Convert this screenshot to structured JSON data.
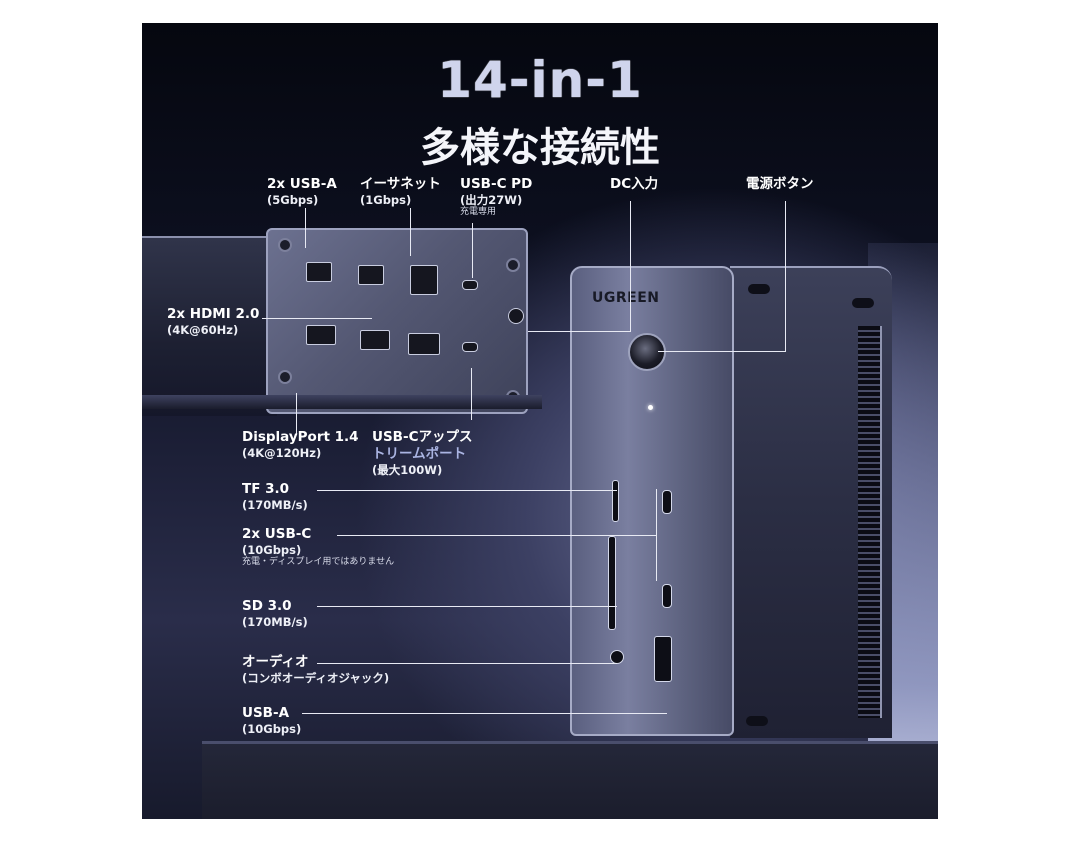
{
  "heading": {
    "title": "14-in-1",
    "subtitle": "多様な接続性"
  },
  "brand": {
    "logo": "UGREEN"
  },
  "labels_top": [
    {
      "id": "usb-a-5g",
      "main": "2x USB-A",
      "sub": "(5Gbps)"
    },
    {
      "id": "ethernet",
      "main": "イーサネット",
      "sub": "(1Gbps)"
    },
    {
      "id": "usb-c-pd",
      "main": "USB-C PD",
      "sub": "(出力27W)",
      "note": "充電専用"
    },
    {
      "id": "dc-input",
      "main": "DC入力"
    },
    {
      "id": "power-button",
      "main": "電源ボタン"
    }
  ],
  "labels_left": [
    {
      "id": "hdmi",
      "main": "2x HDMI 2.0",
      "sub": "(4K@60Hz)"
    },
    {
      "id": "displayport",
      "main": "DisplayPort 1.4",
      "sub": "(4K@120Hz)"
    },
    {
      "id": "usb-c-upstream",
      "main": "USB-Cアップス",
      "main2": "トリームポート",
      "sub": "(最大100W)"
    },
    {
      "id": "tf",
      "main": "TF 3.0",
      "sub": "(170MB/s)"
    },
    {
      "id": "usb-c-10g",
      "main": "2x USB-C",
      "sub": "(10Gbps)",
      "note": "充電・ディスプレイ用ではありません"
    },
    {
      "id": "sd",
      "main": "SD 3.0",
      "sub": "(170MB/s)"
    },
    {
      "id": "audio",
      "main": "オーディオ",
      "sub": "(コンボオーディオジャック)"
    },
    {
      "id": "usb-a-10g",
      "main": "USB-A",
      "sub": "(10Gbps)"
    }
  ],
  "colors": {
    "background_dark": "#0d1020",
    "device_front": "#7a7fa0",
    "text": "#ffffff",
    "accent_text": "#aab4e2"
  }
}
